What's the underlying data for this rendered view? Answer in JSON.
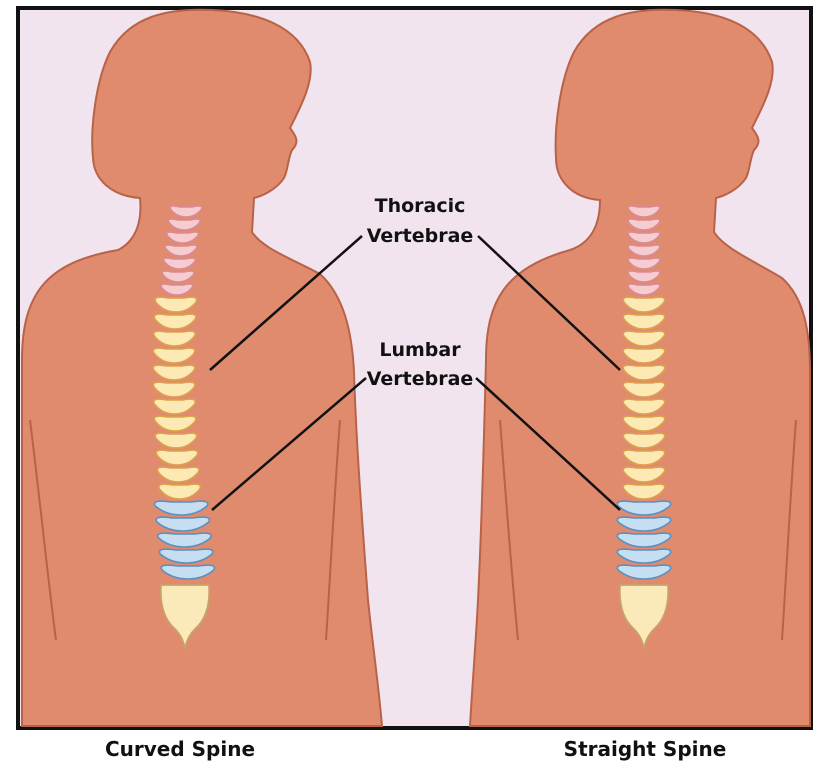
{
  "labels": {
    "thoracic_line1": "Thoracic",
    "thoracic_line2": "Vertebrae",
    "lumbar_line1": "Lumbar",
    "lumbar_line2": "Vertebrae"
  },
  "captions": {
    "left": "Curved Spine",
    "right": "Straight Spine"
  },
  "colors": {
    "background": "#f1e4ef",
    "frame": "#111111",
    "body_fill": "#e18b6e",
    "body_outline": "#b86248",
    "cervical": "#f6ccd0",
    "thoracic": "#fde9b4",
    "thoracic_outline": "#dca24a",
    "lumbar": "#c6def2",
    "lumbar_outline": "#5c8fbf",
    "sacrum": "#fbe9ba"
  },
  "vertebrae": {
    "cervical_count": 7,
    "thoracic_count": 12,
    "lumbar_count": 5
  }
}
